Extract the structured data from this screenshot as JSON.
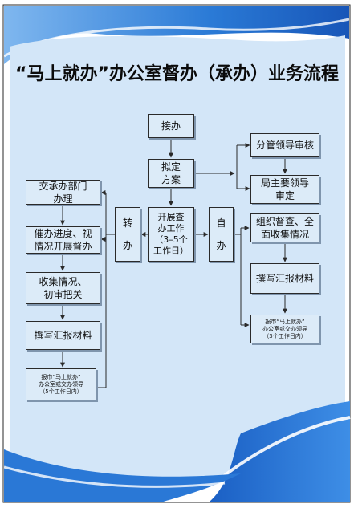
{
  "title": "“马上就办”办公室督办（承办）业务流程",
  "colors": {
    "frame_blue": "#1e64c8",
    "panel_fill": "#cfe4f8",
    "box_fill": "#dcebf8",
    "line": "#2a2a2a"
  },
  "nodes": {
    "receive": "接办",
    "draft_plan": "拟定\n方案",
    "dept_review": "分管领导审核",
    "bureau_review": "局主要领导\n审定",
    "investigate": "开展查\n办工作\n（3–5个\n工作日）",
    "transfer_a": "转",
    "transfer_b": "办",
    "self_a": "自",
    "self_b": "办",
    "assign_dept": "交承办部门\n办理",
    "urge_progress": "催办进度、视\n情况开展督办",
    "collect_left": "收集情况、\n初审把关",
    "write_left": "撰写汇报材料",
    "report_left": "报市“马上就办”\n办公室或交办领导\n（5个工作日内）",
    "organize": "组织督查、全\n面收集情况",
    "write_right": "撰写汇报材料",
    "report_right": "报市“马上就办”\n办公室或交办领导\n（3个工作日内）"
  }
}
